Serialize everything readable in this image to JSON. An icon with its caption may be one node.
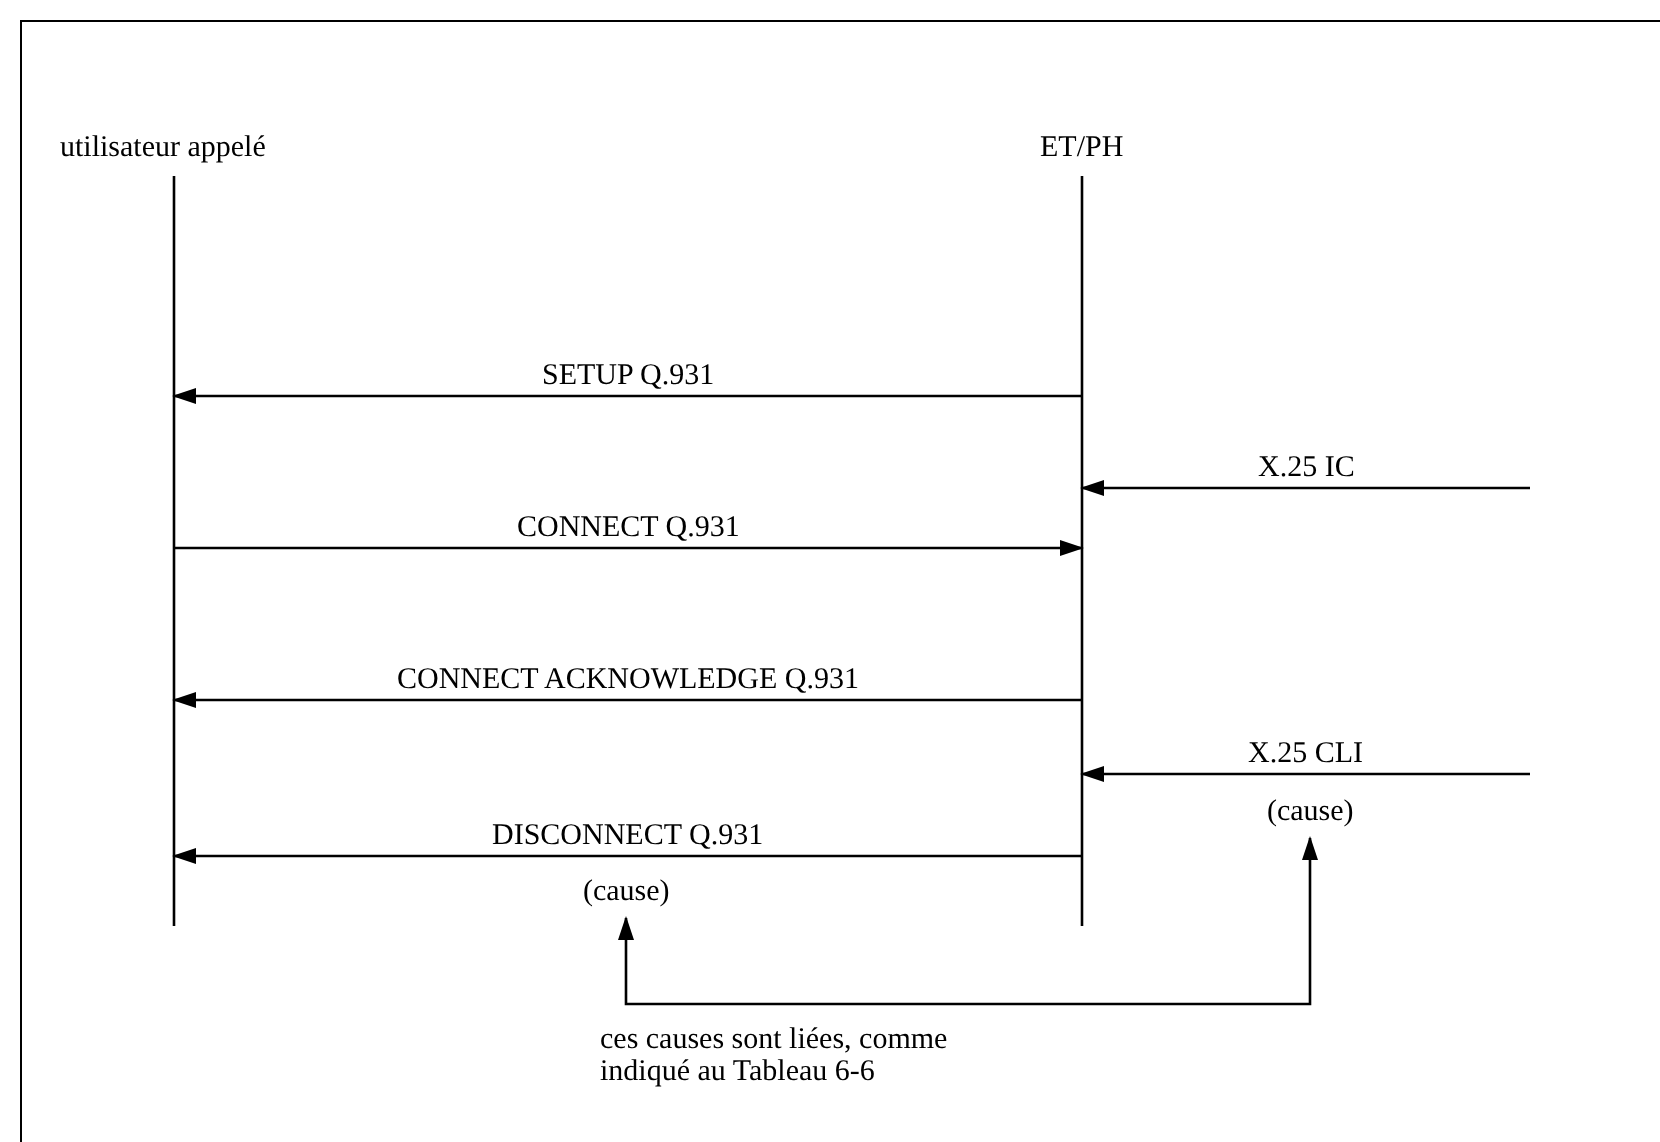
{
  "diagram": {
    "nodes": [
      {
        "text": [
          "utilisateur appelé"
        ]
      },
      {
        "text": [
          "ET/PH"
        ]
      },
      {
        "text": [
          "(cause)"
        ]
      },
      {
        "text": [
          "(cause)"
        ]
      }
    ],
    "edges": [
      {
        "from": null,
        "to": 1,
        "arrow": "to",
        "label": "X.25 IC"
      },
      {
        "from": 1,
        "to": 0,
        "arrow": "to",
        "label": "SETUP Q.931"
      },
      {
        "from": 0,
        "to": 1,
        "arrow": "to",
        "label": "CONNECT Q.931"
      },
      {
        "from": 1,
        "to": 0,
        "arrow": "to",
        "label": "CONNECT ACKNOWLEDGE Q.931"
      },
      {
        "from": null,
        "to": 1,
        "arrow": "to",
        "label": "X.25 CLI"
      },
      {
        "from": 1,
        "to": 0,
        "arrow": "to",
        "label": "DISCONNECT Q.931"
      },
      {
        "from": 2,
        "to": 3,
        "arrow": "both"
      }
    ],
    "labels": [
      "ces causes sont liées, comme indiqué au Tableau 6-6"
    ]
  }
}
